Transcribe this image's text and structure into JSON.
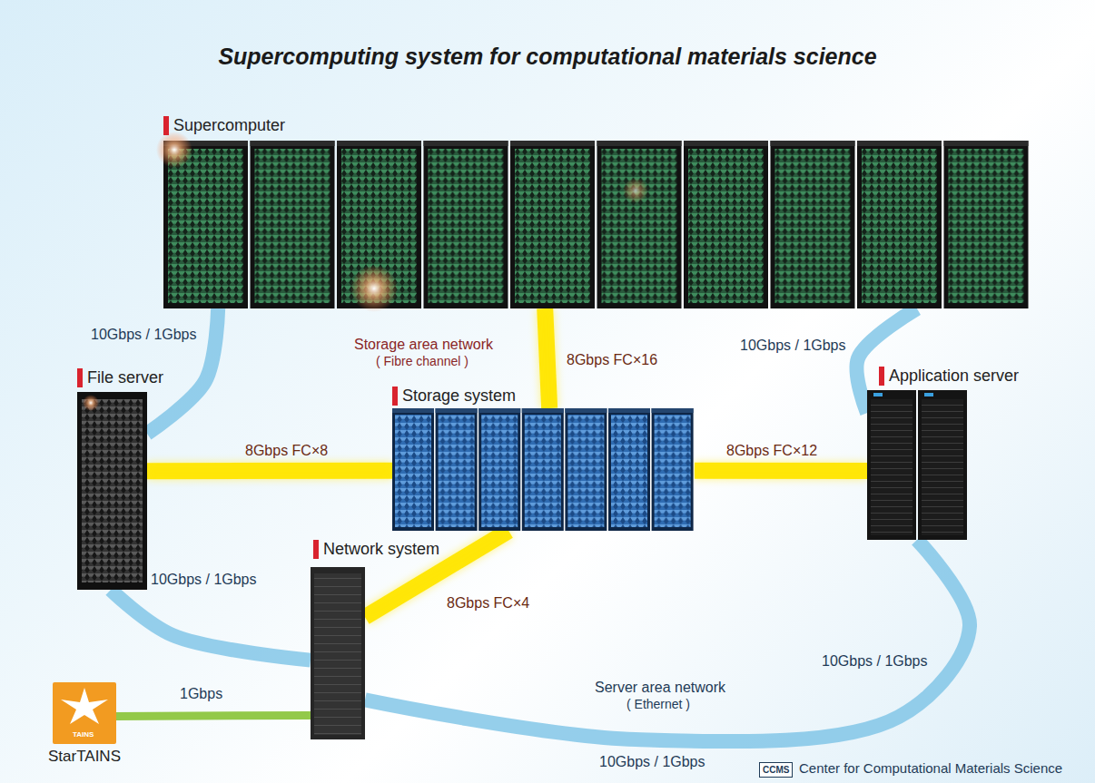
{
  "diagram": {
    "title": "Supercomputing system for computational materials science",
    "nodes": [
      {
        "text": [
          "Supercomputer"
        ]
      },
      {
        "text": [
          "File server"
        ]
      },
      {
        "text": [
          "Storage system"
        ]
      },
      {
        "text": [
          "Application server"
        ]
      },
      {
        "text": [
          "Network system"
        ]
      },
      {
        "text": [
          "StarTAINS"
        ]
      }
    ],
    "edges": [
      {
        "from": 0,
        "to": 1,
        "label": "10Gbps / 1Gbps",
        "arrow": "none"
      },
      {
        "from": 0,
        "to": 2,
        "label": "8Gbps FC×16",
        "arrow": "none"
      },
      {
        "from": 0,
        "to": 3,
        "label": "10Gbps / 1Gbps",
        "arrow": "none"
      },
      {
        "from": 1,
        "to": 2,
        "label": "8Gbps FC×8",
        "arrow": "none"
      },
      {
        "from": 2,
        "to": 3,
        "label": "8Gbps FC×12",
        "arrow": "none"
      },
      {
        "from": 4,
        "to": 2,
        "label": "8Gbps FC×4",
        "arrow": "none"
      },
      {
        "from": 1,
        "to": 4,
        "label": "10Gbps / 1Gbps",
        "arrow": "none"
      },
      {
        "from": 3,
        "to": 4,
        "label": "10Gbps / 1Gbps",
        "arrow": "none"
      },
      {
        "from": 5,
        "to": 4,
        "label": "1Gbps",
        "arrow": "none"
      }
    ],
    "labels": [
      "Storage area network",
      "( Fibre channel )",
      "Server area network",
      "( Ethernet )",
      "10Gbps / 1Gbps",
      "TAINS",
      "CCMS",
      "Center for Computational Materials Science"
    ]
  }
}
